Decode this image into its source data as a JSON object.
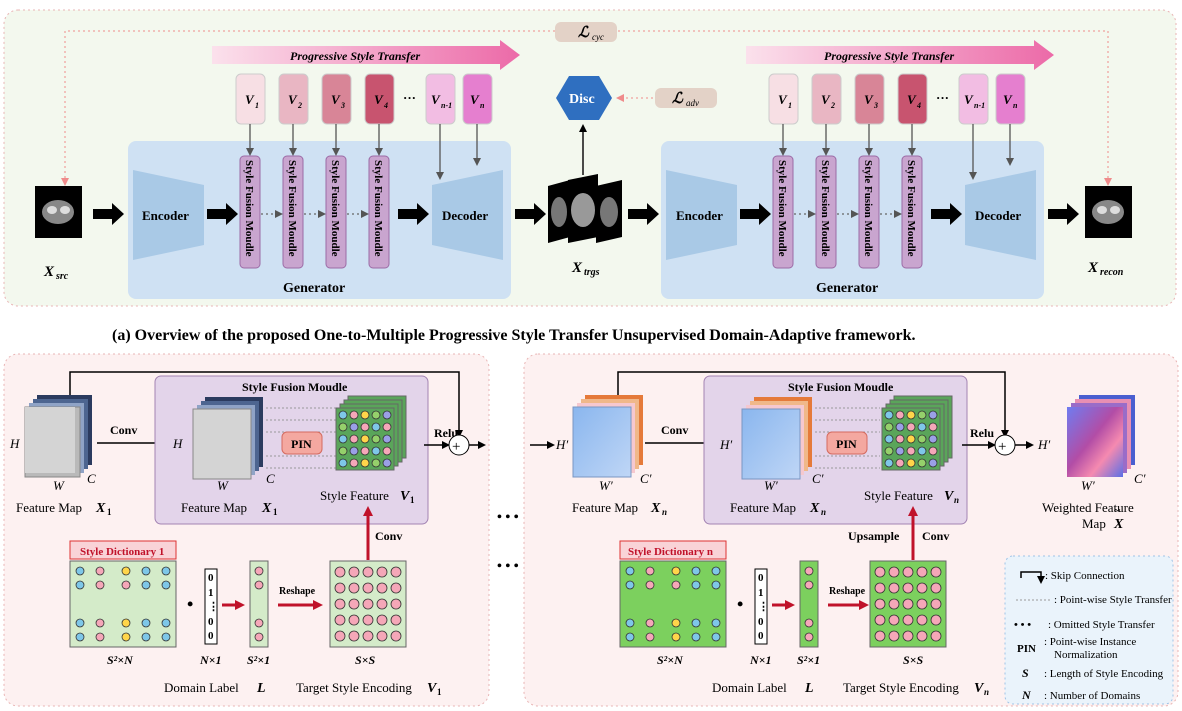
{
  "top": {
    "cycle_loss": "ℒ",
    "cycle_loss_sub": "cyc",
    "adv_loss": "ℒ",
    "adv_loss_sub": "adv",
    "disc_label": "Disc",
    "pst_label": "Progressive Style Transfer",
    "v_labels": [
      {
        "main": "V",
        "sub": "1"
      },
      {
        "main": "V",
        "sub": "2"
      },
      {
        "main": "V",
        "sub": "3"
      },
      {
        "main": "V",
        "sub": "4"
      },
      {
        "main": "V",
        "sub": "n-1"
      },
      {
        "main": "V",
        "sub": "n"
      }
    ],
    "ellipsis": "···",
    "encoder_label": "Encoder",
    "decoder_label": "Decoder",
    "generator_label": "Generator",
    "sfm_label": "Style Fusion Moudle",
    "x_src": {
      "main": "X",
      "sub": "src"
    },
    "x_trgs": {
      "main": "X",
      "sub": "trgs"
    },
    "x_recon": {
      "main": "X",
      "sub": "recon"
    }
  },
  "caption": "(a) Overview of the proposed One-to-Multiple Progressive Style Transfer Unsupervised Domain-Adaptive framework.",
  "bottom_left": {
    "H": "H",
    "W": "W",
    "C": "C",
    "conv": "Conv",
    "feature_map": "Feature Map",
    "feature_map_sym": "X",
    "feature_map_sub": "1",
    "sfm_title": "Style Fusion Moudle",
    "pin": "PIN",
    "feature_map_hat": "Feature Map",
    "style_feature": "Style Feature",
    "relu": "Relu",
    "conv2": "Conv",
    "dict_title": "Style Dictionary 1",
    "dim1": "S²×N",
    "dim2": "N×1",
    "dim3": "S²×1",
    "dim4": "S×S",
    "reshape": "Reshape",
    "onehot": [
      "0",
      "1",
      "⋮",
      "0",
      "0"
    ],
    "domain_label": "Domain Label",
    "domain_label_sym": "L",
    "target_style": "Target Style Encoding",
    "target_style_sub": "1"
  },
  "bottom_right": {
    "H": "H′",
    "W": "W′",
    "C": "C′",
    "conv": "Conv",
    "feature_map": "Feature Map",
    "feature_map_sub": "n",
    "sfm_title": "Style Fusion Moudle",
    "pin": "PIN",
    "style_feature": "Style Feature",
    "relu": "Relu",
    "conv2": "Conv",
    "upsample": "Upsample",
    "dict_title": "Style Dictionary n",
    "dim1": "S²×N",
    "dim2": "N×1",
    "dim3": "S²×1",
    "dim4": "S×S",
    "reshape": "Reshape",
    "domain_label": "Domain Label",
    "target_style": "Target Style Encoding",
    "target_style_sub": "n",
    "weighted_1": "Weighted Feature",
    "weighted_2": "Map"
  },
  "mid_dots": "• • •",
  "legend": [
    {
      "sym": "",
      "text": ": Skip Connection"
    },
    {
      "sym": "",
      "text": ": Point-wise Style Transfer"
    },
    {
      "sym": "• • •",
      "text": ": Omitted Style Transfer"
    },
    {
      "sym": "PIN",
      "text": ": Point-wise Instance"
    },
    {
      "sym": "",
      "text": "Normalization"
    },
    {
      "sym": "S",
      "text": ": Length of Style Encoding"
    },
    {
      "sym": "N",
      "text": ": Number of Domains"
    }
  ],
  "colors": {
    "top_bg": "#f3f8ee",
    "generator_bg": "#cfe1f3",
    "encoder": "#a9c9e6",
    "sfm": "#c9a5cf",
    "pst_arrow": "#ef86b6",
    "disc": "#2f6fc0",
    "loss_box": "#e3d2c7",
    "bottom_bg": "#fdf1f1",
    "sfm_panel": "#e3d4ea",
    "pin": "#f4a8a0",
    "dict_green_light": "#d4ebc9",
    "dict_green": "#7cd05e",
    "dict_red": "#c0122a"
  }
}
